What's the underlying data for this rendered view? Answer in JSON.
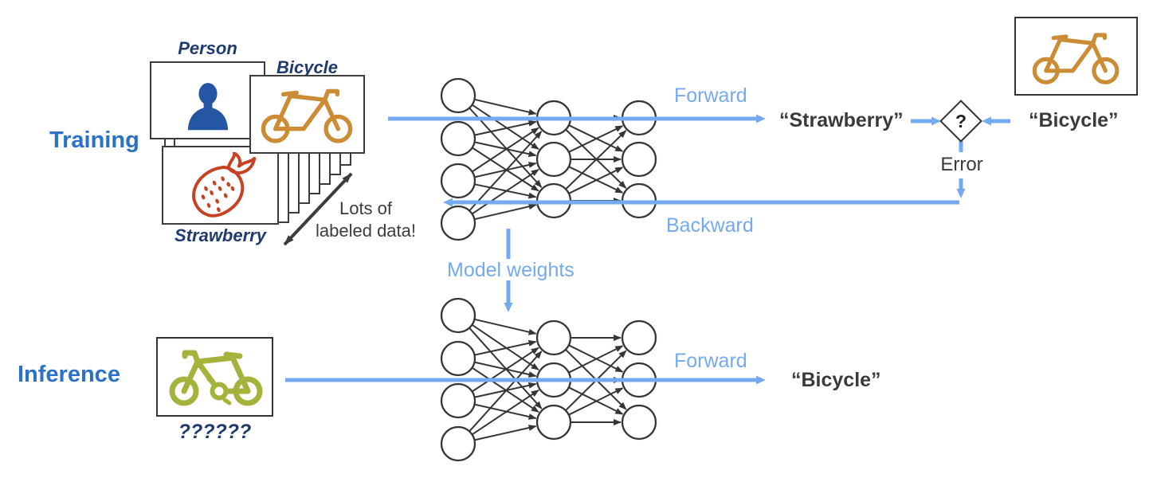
{
  "colors": {
    "section_blue": "#2B71C8",
    "arrow_blue": "#74AAEF",
    "navy": "#1E3A6E",
    "dark": "#3A3A3A",
    "line_dark": "#353535",
    "orange": "#CC8B35",
    "red": "#C64224",
    "green": "#A5B33C",
    "person_blue": "#2456A4"
  },
  "sections": {
    "training": "Training",
    "inference": "Inference"
  },
  "training_data": {
    "person_label": "Person",
    "bicycle_label": "Bicycle",
    "strawberry_label": "Strawberry",
    "note": "Lots of labeled data!"
  },
  "flow": {
    "forward_top": "Forward",
    "backward": "Backward",
    "model_weights": "Model weights",
    "forward_bottom": "Forward",
    "error": "Error",
    "comparison": "?"
  },
  "outputs": {
    "prediction": "“Strawberry”",
    "ground_truth": "“Bicycle”",
    "inference_prediction": "“Bicycle”",
    "inference_input_label": "??????"
  },
  "networks": [
    {
      "id": "training-network",
      "layers": [
        4,
        3,
        3
      ]
    },
    {
      "id": "inference-network",
      "layers": [
        4,
        3,
        3
      ]
    }
  ]
}
